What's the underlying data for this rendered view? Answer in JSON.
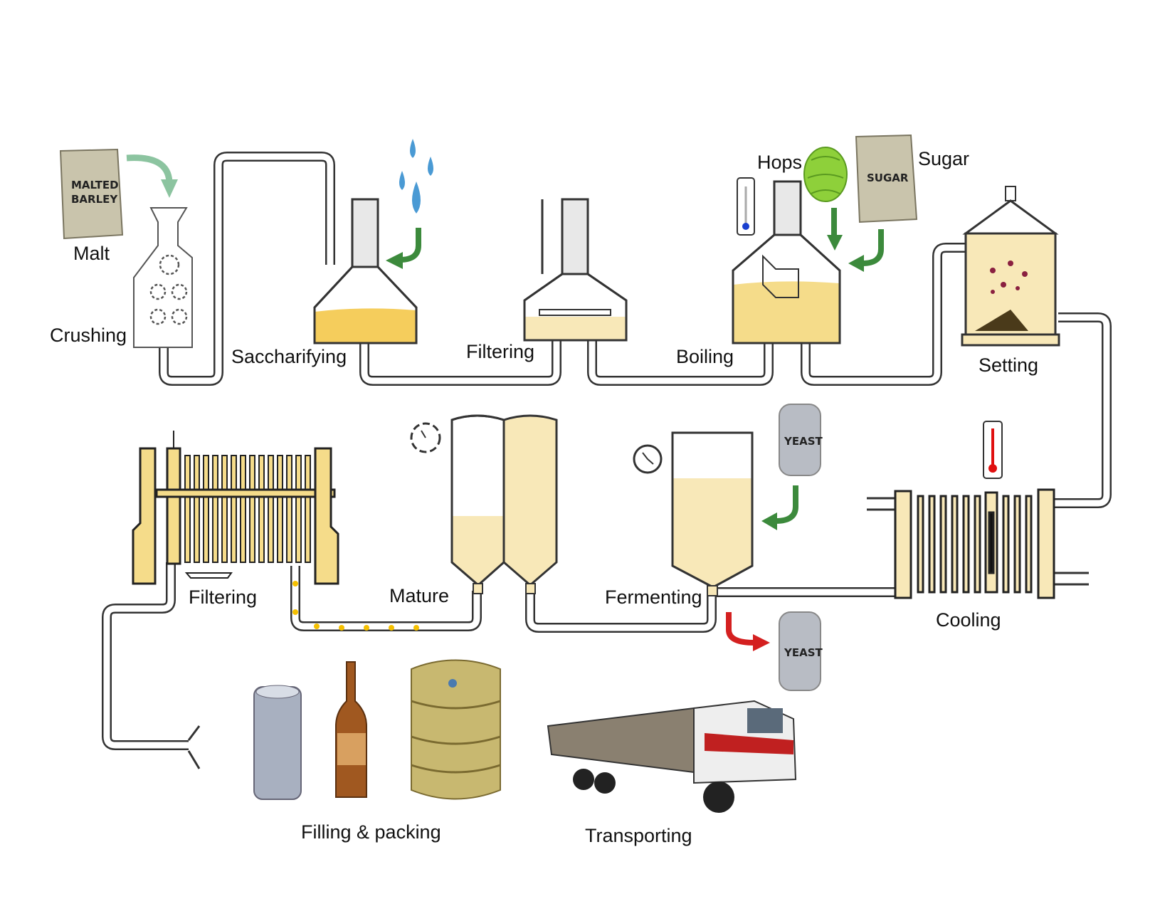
{
  "labels": {
    "malt": "Malt",
    "crushing": "Crushing",
    "saccharifying": "Saccharifying",
    "filtering_top": "Filtering",
    "boiling": "Boiling",
    "hops": "Hops",
    "sugar": "Sugar",
    "setting": "Setting",
    "cooling": "Cooling",
    "fermenting": "Fermenting",
    "mature": "Mature",
    "filtering_bottom": "Filtering",
    "filling_packing": "Filling & packing",
    "transporting": "Transporting"
  },
  "bag_text": {
    "malt_line1": "MALTED",
    "malt_line2": "BARLEY",
    "sugar": "SUGAR",
    "yeast": "YEAST"
  },
  "colors": {
    "liquid": "#f5cd5c",
    "pale_liquid": "#f8e8b8",
    "arrow_green": "#3c8a3c",
    "arrow_red": "#d42020",
    "water": "#4a9ad4"
  }
}
